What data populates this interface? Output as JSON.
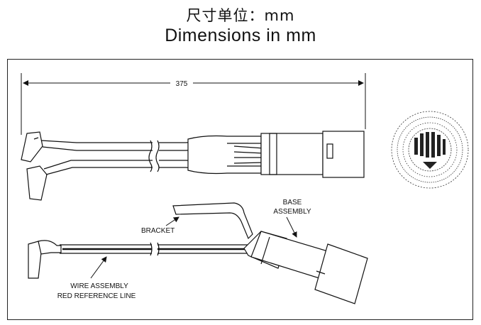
{
  "header": {
    "title_cn": "尺寸单位：mm",
    "title_en": "Dimensions in mm"
  },
  "drawing": {
    "dimension_value": "375",
    "labels": {
      "base": "BASE",
      "assembly": "ASSEMBLY",
      "bracket": "BRACKET",
      "wire_assembly": "WIRE ASSEMBLY",
      "red_reference_line": "RED REFERENCE LINE"
    }
  }
}
